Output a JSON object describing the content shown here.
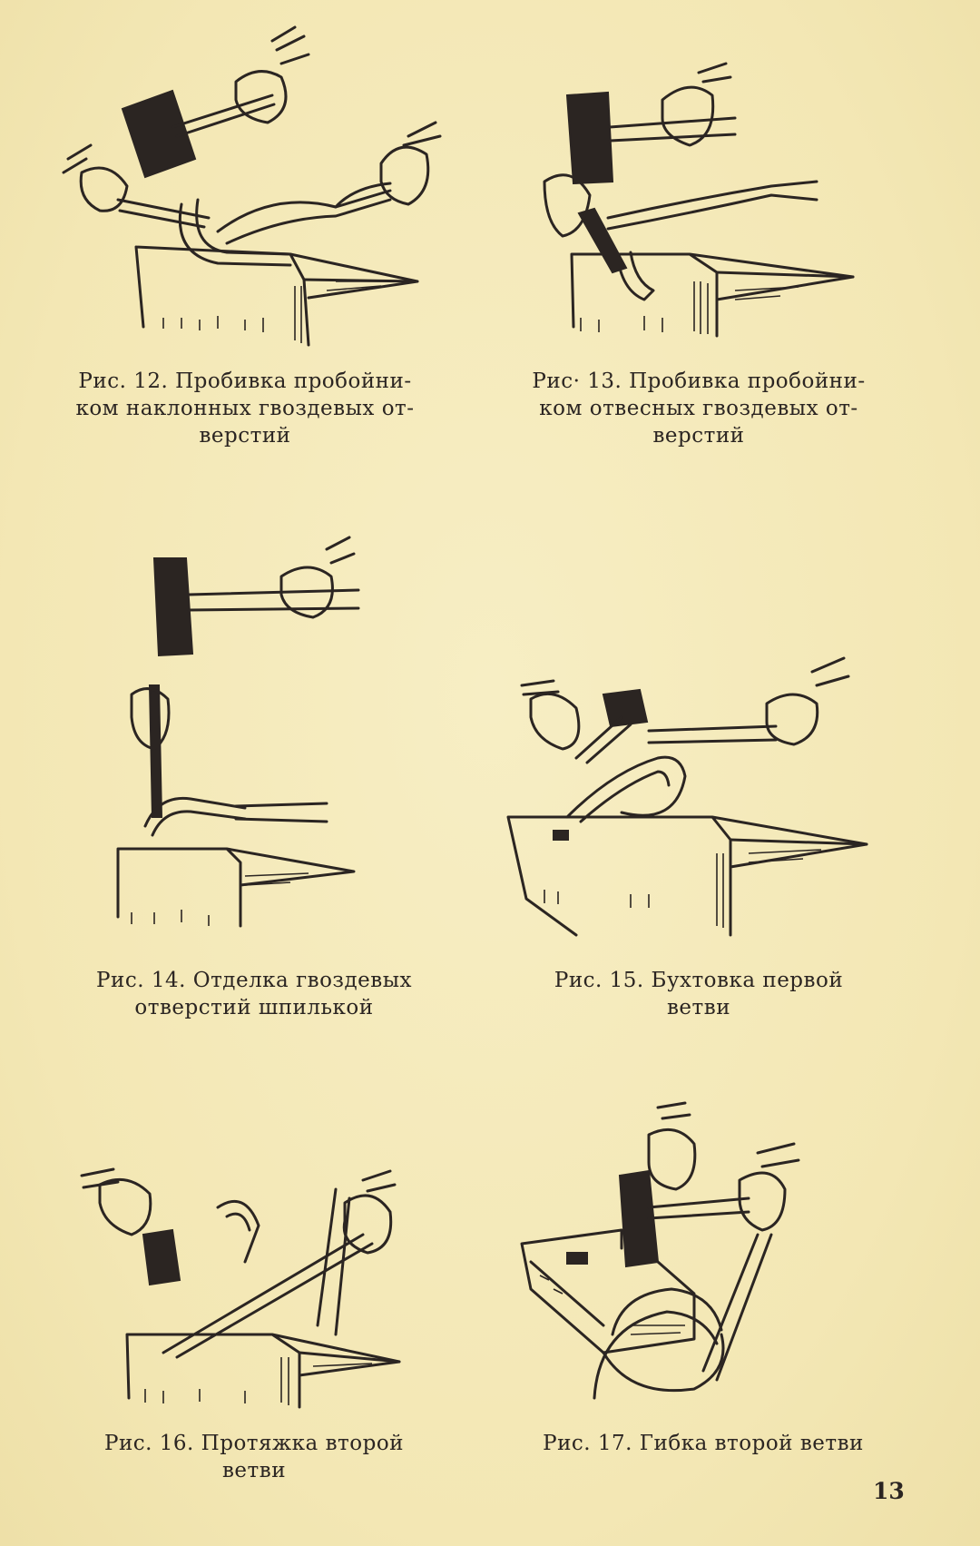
{
  "figures": [
    {
      "id": "fig12",
      "caption_lines": [
        "Рис. 12. Пробивка пробойни-",
        "ком наклонных гвоздевых от-",
        "верстий"
      ],
      "icon": "anvil-punch-angled-illustration"
    },
    {
      "id": "fig13",
      "caption_lines": [
        "Рис· 13. Пробивка пробойни-",
        "ком отвесных гвоздевых от-",
        "верстий"
      ],
      "icon": "anvil-punch-vertical-illustration"
    },
    {
      "id": "fig14",
      "caption_lines": [
        "Рис. 14. Отделка гвоздевых",
        "отверстий шпилькой"
      ],
      "icon": "anvil-pin-finishing-illustration"
    },
    {
      "id": "fig15",
      "caption_lines": [
        "Рис. 15. Бухтовка первой",
        "ветви"
      ],
      "icon": "anvil-bending-first-branch-illustration"
    },
    {
      "id": "fig16",
      "caption_lines": [
        "Рис. 16. Протяжка второй",
        "ветви"
      ],
      "icon": "anvil-drawing-second-branch-illustration"
    },
    {
      "id": "fig17",
      "caption_lines": [
        "Рис. 17. Гибка второй ветви"
      ],
      "icon": "anvil-bending-second-branch-illustration"
    }
  ],
  "page_number": "13"
}
